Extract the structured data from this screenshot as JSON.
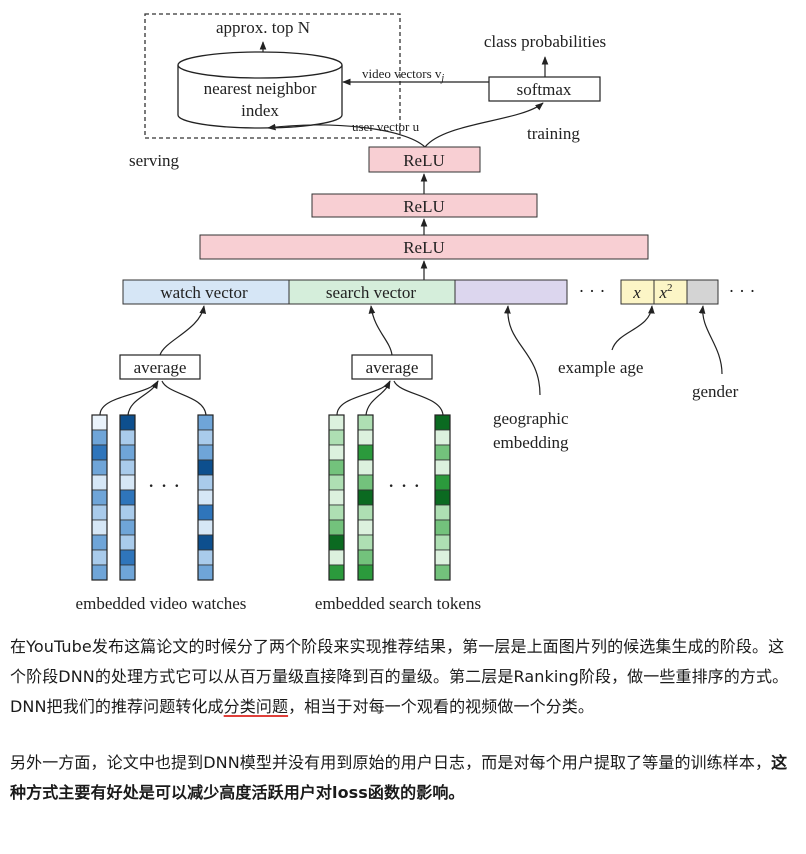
{
  "diagram": {
    "approx_top_n": "approx. top N",
    "nn_index_line1": "nearest neighbor",
    "nn_index_line2": "index",
    "serving": "serving",
    "class_probabilities": "class probabilities",
    "softmax": "softmax",
    "video_vectors": "video vectors v",
    "video_vectors_sub": "j",
    "user_vector": "user vector u",
    "training": "training",
    "relu1": "ReLU",
    "relu2": "ReLU",
    "relu3": "ReLU",
    "watch_vector": "watch vector",
    "search_vector": "search vector",
    "ellipsis": "· · ·",
    "feat_x": "x",
    "feat_x2": "x",
    "feat_x2_sup": "2",
    "average_watch": "average",
    "average_search": "average",
    "geographic_line1": "geographic",
    "geographic_line2": "embedding",
    "example_age": "example age",
    "gender": "gender",
    "embedded_video_watches": "embedded video watches",
    "embedded_search_tokens": "embedded search tokens",
    "colors": {
      "relu_fill": "#f8cfd3",
      "watch_fill": "#d6e6f6",
      "search_fill": "#d5eedb",
      "geo_fill": "#dcd6ee",
      "age_fill": "#fcf5c6",
      "gender_fill": "#d4d4d4"
    }
  },
  "article": {
    "p1_a": "在YouTube发布这篇论文的时候分了两个阶段来实现推荐结果，第一层是上面图片列的候选集生成的阶段。这个阶段DNN的处理方式它可以从百万量级直接降到百的量级。第二层是Ranking阶段，做一些重排序的方式。DNN把我们的推荐问题转化成",
    "p1_highlight": "分类问题",
    "p1_b": "，相当于对每一个观看的视频做一个分类。",
    "p2_a": "另外一方面，论文中也提到DNN模型并没有用到原始的用户日志，而是对每个用户提取了等量的训练样本，",
    "p2_bold": "这种方式主要有好处是可以减少高度活跃用户对loss函数的影响。"
  }
}
